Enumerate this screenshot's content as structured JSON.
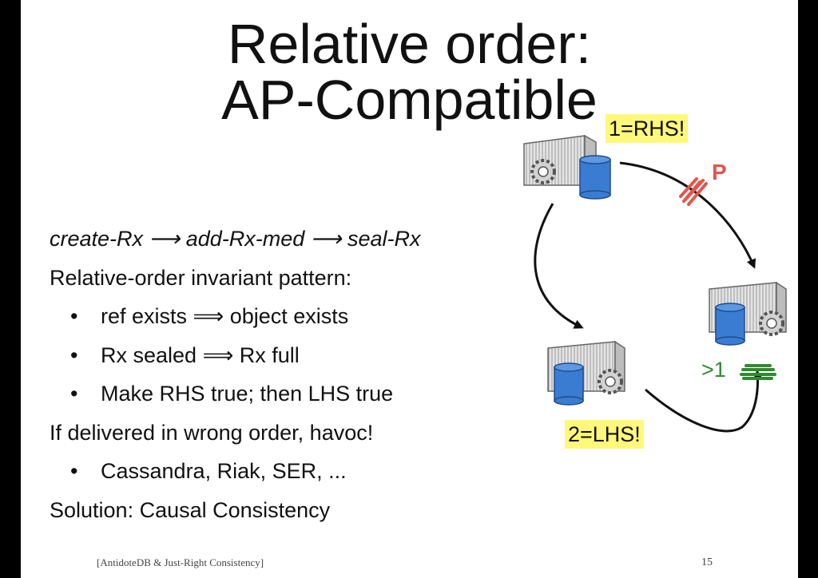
{
  "title": {
    "line1": "Relative order:",
    "line2": "AP-Compatible"
  },
  "body": {
    "lines": [
      "create-Rx ⟶ add-Rx-med ⟶ seal-Rx",
      "Relative-order invariant pattern:",
      "ref exists ⟹ object exists",
      "Rx sealed ⟹ Rx full",
      "Make RHS true; then LHS true",
      "If delivered in wrong order, havoc!",
      "Cassandra, Riak, SER, ...",
      "Solution: Causal Consistency"
    ],
    "bullet_char": "•"
  },
  "diagram": {
    "label_rhs": "1=RHS!",
    "label_lhs": "2=LHS!",
    "label_p": "P",
    "label_gt": ">1",
    "highlight_color": "#fff87a",
    "partition_color": "#e2564d",
    "check_color": "#2f8a2f",
    "db_color": "#3a7cd1"
  },
  "footer": {
    "citation": "[AntidoteDB & Just-Right Consistency]",
    "page_number": "15"
  }
}
